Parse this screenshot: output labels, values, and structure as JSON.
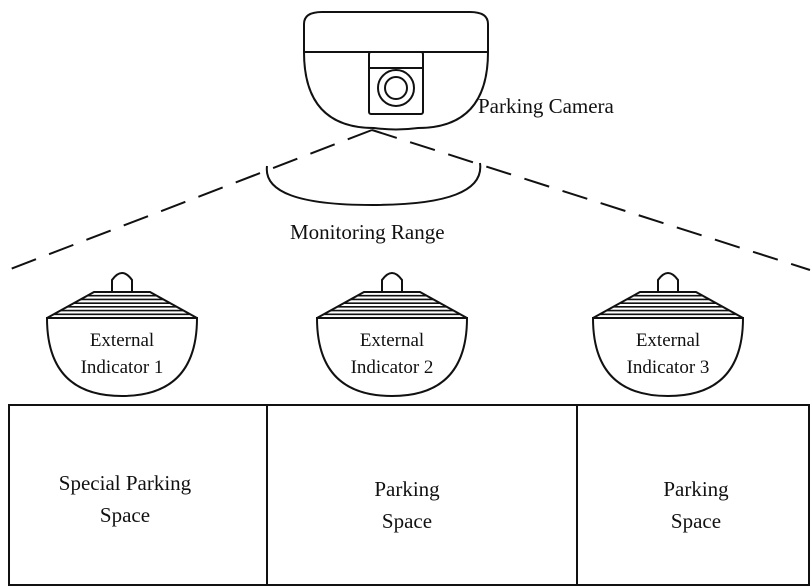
{
  "camera": {
    "label": "Parking Camera"
  },
  "monitoring": {
    "label": "Monitoring Range"
  },
  "indicators": [
    {
      "line1": "External",
      "line2": "Indicator 1"
    },
    {
      "line1": "External",
      "line2": "Indicator 2"
    },
    {
      "line1": "External",
      "line2": "Indicator 3"
    }
  ],
  "spaces": [
    {
      "line1": "Special Parking",
      "line2": "Space"
    },
    {
      "line1": "Parking",
      "line2": "Space"
    },
    {
      "line1": "Parking",
      "line2": "Space"
    }
  ],
  "colors": {
    "stroke": "#111111",
    "background": "#ffffff"
  }
}
